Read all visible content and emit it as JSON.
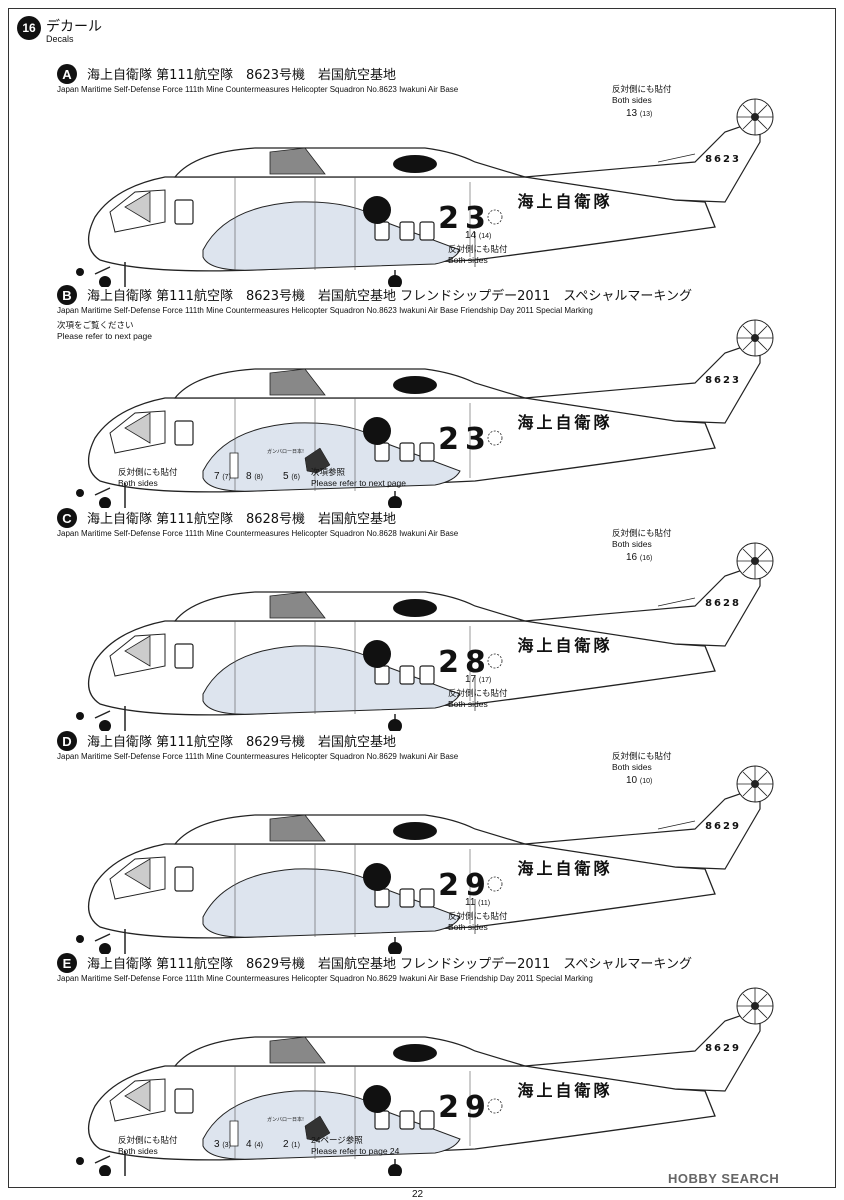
{
  "step": {
    "number": "16",
    "title": "デカール",
    "subtitle": "Decals"
  },
  "variants": [
    {
      "badge": "A",
      "title": "海上自衛隊 第111航空隊　8623号機　岩国航空基地",
      "title_en": "Japan Maritime Self-Defense Force  111th Mine Countermeasures Helicopter Squadron  No.8623  Iwakuni Air Base",
      "side_number": "23",
      "tail_number": "8623",
      "hull_text": "海上自衛隊",
      "special": false,
      "tail_callout": {
        "num": "13",
        "paren": "(13)",
        "jp": "反対側にも貼付",
        "en": "Both sides"
      },
      "body_callout": {
        "num": "14",
        "paren": "(14)",
        "jp": "反対側にも貼付",
        "en": "Both sides"
      }
    },
    {
      "badge": "B",
      "title": "海上自衛隊 第111航空隊　8623号機　岩国航空基地 フレンドシップデー2011　スペシャルマーキング",
      "title_en": "Japan Maritime Self-Defense Force  111th Mine Countermeasures Helicopter Squadron  No.8623  Iwakuni Air Base Friendship Day 2011  Special Marking",
      "side_number": "23",
      "tail_number": "8623",
      "hull_text": "海上自衛隊",
      "special": true,
      "special_banner": "ガンバロー日本!",
      "top_note": {
        "jp": "次項をご覧ください",
        "en": "Please refer to next page"
      },
      "both_note": {
        "jp": "反対側にも貼付",
        "en": "Both sides"
      },
      "refer_note": {
        "jp": "次項参照",
        "en": "Please refer to next page"
      },
      "nums": [
        {
          "num": "7",
          "paren": "(7)"
        },
        {
          "num": "8",
          "paren": "(8)"
        },
        {
          "num": "5",
          "paren": "(6)"
        }
      ]
    },
    {
      "badge": "C",
      "title": "海上自衛隊 第111航空隊　8628号機　岩国航空基地",
      "title_en": "Japan Maritime Self-Defense Force  111th Mine Countermeasures Helicopter Squadron  No.8628  Iwakuni Air Base",
      "side_number": "28",
      "tail_number": "8628",
      "hull_text": "海上自衛隊",
      "special": false,
      "tail_callout": {
        "num": "16",
        "paren": "(16)",
        "jp": "反対側にも貼付",
        "en": "Both sides"
      },
      "body_callout": {
        "num": "17",
        "paren": "(17)",
        "jp": "反対側にも貼付",
        "en": "Both sides"
      }
    },
    {
      "badge": "D",
      "title": "海上自衛隊 第111航空隊　8629号機　岩国航空基地",
      "title_en": "Japan Maritime Self-Defense Force  111th Mine Countermeasures Helicopter Squadron  No.8629  Iwakuni Air Base",
      "side_number": "29",
      "tail_number": "8629",
      "hull_text": "海上自衛隊",
      "special": false,
      "tail_callout": {
        "num": "10",
        "paren": "(10)",
        "jp": "反対側にも貼付",
        "en": "Both sides"
      },
      "body_callout": {
        "num": "11",
        "paren": "(11)",
        "jp": "反対側にも貼付",
        "en": "Both sides"
      }
    },
    {
      "badge": "E",
      "title": "海上自衛隊 第111航空隊　8629号機　岩国航空基地 フレンドシップデー2011　スペシャルマーキング",
      "title_en": "Japan Maritime Self-Defense Force  111th Mine Countermeasures Helicopter Squadron  No.8629  Iwakuni Air Base Friendship Day 2011  Special Marking",
      "side_number": "29",
      "tail_number": "8629",
      "hull_text": "海上自衛隊",
      "special": true,
      "special_banner": "ガンバロー日本!",
      "both_note": {
        "jp": "反対側にも貼付",
        "en": "Both sides"
      },
      "refer_note": {
        "jp": "24ページ参照",
        "en": "Please refer to page 24"
      },
      "nums": [
        {
          "num": "3",
          "paren": "(3)"
        },
        {
          "num": "4",
          "paren": "(4)"
        },
        {
          "num": "2",
          "paren": "(1)"
        }
      ]
    }
  ],
  "page_number": "22",
  "watermark": "HOBBY SEARCH",
  "colors": {
    "ink": "#111111",
    "belly": "#dde4ee",
    "hinomaru": "#111111"
  }
}
